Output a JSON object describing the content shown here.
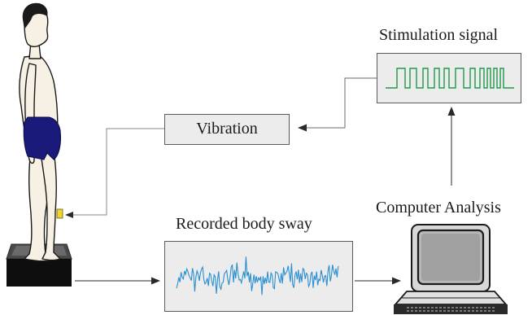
{
  "diagram": {
    "stimulation_label": "Stimulation signal",
    "vibration_label": "Vibration",
    "computer_label": "Computer Analysis",
    "sway_label": "Recorded body sway"
  },
  "colors": {
    "signal_green": "#1e9a4a",
    "sway_blue": "#2a8fd0",
    "skin": "#f7f0e4",
    "shorts": "#1a1a7a",
    "vibrator": "#e8d63a",
    "box_fill": "#ececec",
    "arrow": "#2a2a2a",
    "connector": "#8a8a8a"
  },
  "icons": [
    "person-figure",
    "force-platform",
    "vibrator-device",
    "computer-monitor-icon"
  ]
}
